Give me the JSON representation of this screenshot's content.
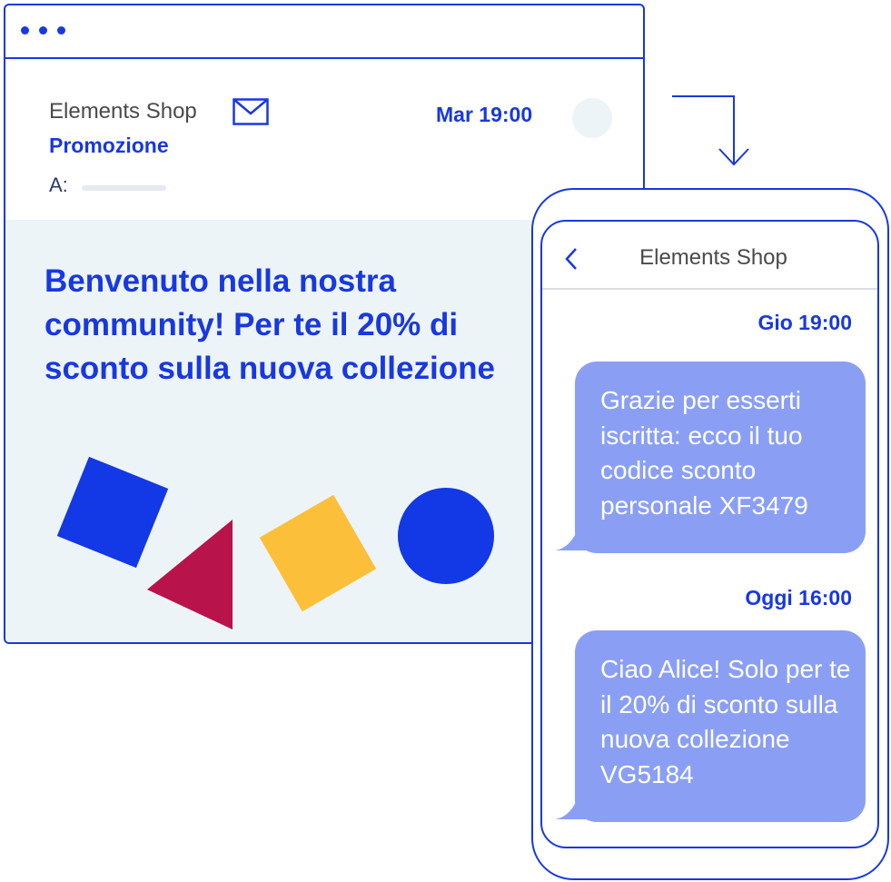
{
  "email": {
    "sender": "Elements Shop",
    "subject": "Promozione",
    "to_label": "A:",
    "time": "Mar 19:00",
    "headline": "Benvenuto nella nostra community! Per te il 20% di sconto sulla nuova collezione"
  },
  "phone": {
    "contact_name": "Elements Shop",
    "messages": [
      {
        "time": "Gio 19:00",
        "text": "Grazie per esserti iscritta: ecco il tuo codice sconto personale XF3479"
      },
      {
        "time": "Oggi 16:00",
        "text": "Ciao Alice! Solo per te il 20% di sconto sulla nuova collezione VG5184"
      }
    ]
  },
  "colors": {
    "accent": "#1838e0",
    "light_bg": "#edf4f8",
    "bubble": "#8a9ff4",
    "shape_blue": "#1338e6",
    "shape_red": "#b8134a",
    "shape_yellow": "#fcbf3a"
  }
}
